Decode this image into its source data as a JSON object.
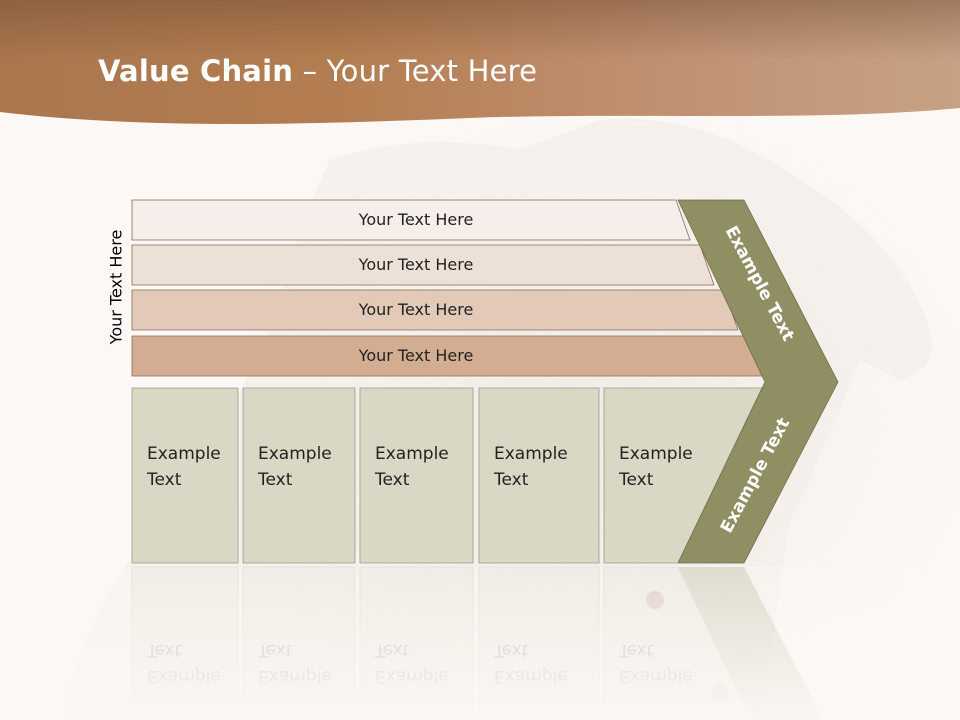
{
  "title": {
    "bold": "Value Chain",
    "rest": " – Your Text Here"
  },
  "side_label": "Your Text Here",
  "rows": [
    {
      "label": "Your Text Here",
      "color": "#f5eeea"
    },
    {
      "label": "Your Text Here",
      "color": "#ede0d7"
    },
    {
      "label": "Your Text Here",
      "color": "#e2c9b8"
    },
    {
      "label": "Your Text Here",
      "color": "#d3ad91"
    }
  ],
  "columns": [
    {
      "line1": "Example",
      "line2": "Text"
    },
    {
      "line1": "Example",
      "line2": "Text"
    },
    {
      "line1": "Example",
      "line2": "Text"
    },
    {
      "line1": "Example",
      "line2": "Text"
    },
    {
      "line1": "Example",
      "line2": "Text"
    }
  ],
  "chevron": {
    "upper_label": "Example Text",
    "lower_label": "Example Text",
    "color": "#8f8f63"
  },
  "colors": {
    "header_band": "#b07a4f",
    "column_fill": "#d8d8c4",
    "row_border": "#8a6a55",
    "column_border": "#9a9a8a"
  }
}
